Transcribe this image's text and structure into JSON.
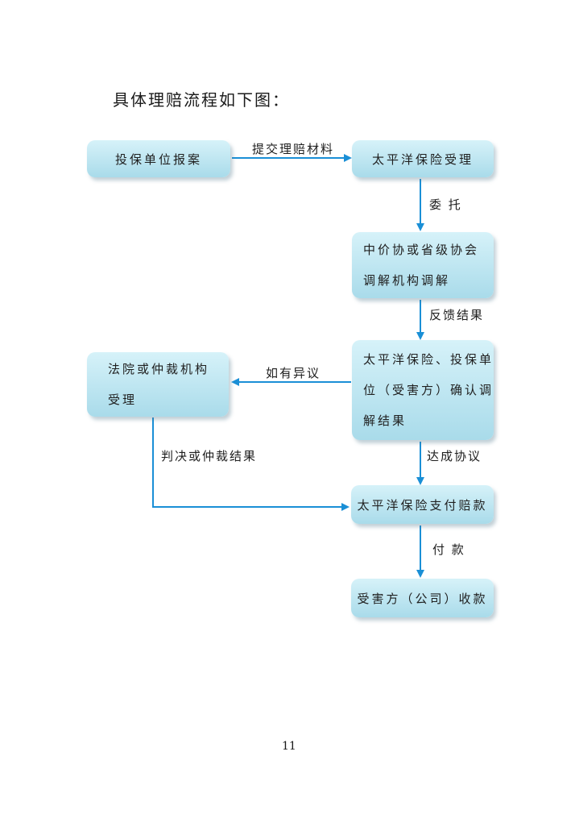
{
  "heading": "具体理赔流程如下图：",
  "nodes": {
    "report": "投保单位报案",
    "accept": "太平洋保险受理",
    "mediate": [
      "中价协或省级协会",
      "调解机构调解"
    ],
    "confirm": [
      "太平洋保险、投保单",
      "位（受害方）确认调",
      "解结果"
    ],
    "court": [
      "法院或仲裁机构",
      "受理"
    ],
    "pay": "太平洋保险支付赔款",
    "receive": "受害方（公司）收款"
  },
  "edges": {
    "submit": "提交理赔材料",
    "entrust": "委 托",
    "feedback": "反馈结果",
    "dispute": "如有异议",
    "verdict": "判决或仲裁结果",
    "agreement": "达成协议",
    "payment": "付 款"
  },
  "colors": {
    "arrow": "#1a8fd6",
    "box_top": "#d6f2f9",
    "box_bottom": "#a9dbea"
  },
  "page_number": "11"
}
